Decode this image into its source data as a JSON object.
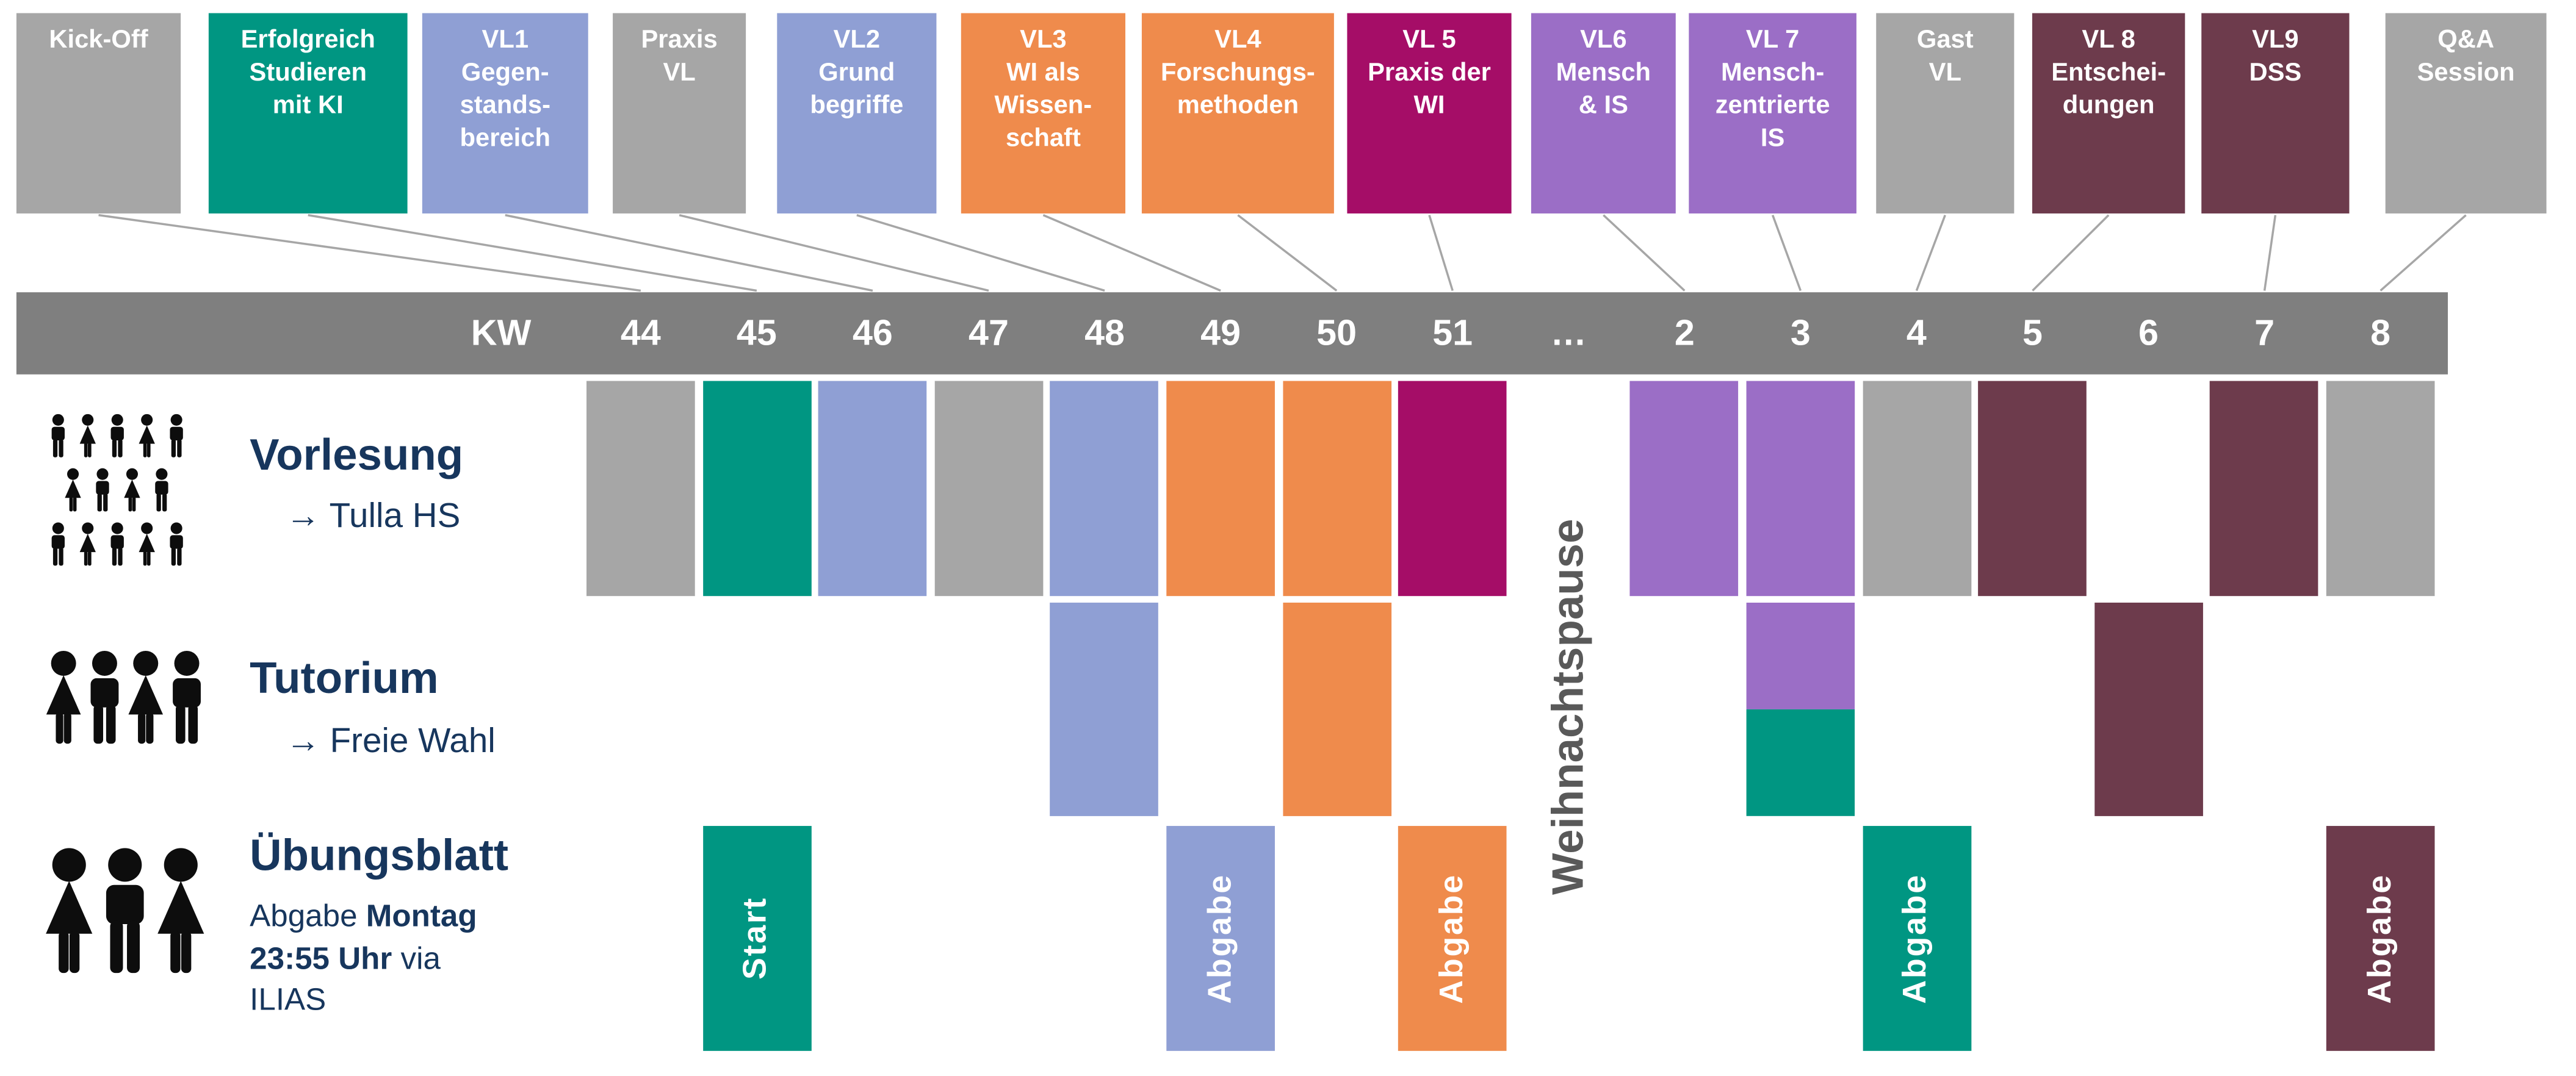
{
  "palette": {
    "gray": "#a6a6a6",
    "teal": "#009682",
    "periwinkle": "#8f9fd4",
    "orange": "#ef8b4c",
    "magenta": "#a50d67",
    "purple": "#9b6ec6",
    "maroon": "#6d3b4c",
    "timeline_gray": "#7f7f7f",
    "navy": "#17365d",
    "pause_gray": "#595959"
  },
  "header_boxes": [
    {
      "id": "kick-off",
      "label": "Kick-Off",
      "color": "gray",
      "week": "44"
    },
    {
      "id": "erfolgreich-studieren-mit-ki",
      "label": "Erfolgreich\nStudieren\nmit KI",
      "color": "teal",
      "week": "45"
    },
    {
      "id": "vl1-gegenstandsbereich",
      "label": "VL1\nGegen-\nstands-\nbereich",
      "color": "periwinkle",
      "week": "46"
    },
    {
      "id": "praxis-vl",
      "label": "Praxis\nVL",
      "color": "gray",
      "week": "47"
    },
    {
      "id": "vl2-grundbegriffe",
      "label": "VL2\nGrund\nbegriffe",
      "color": "periwinkle",
      "week": "48"
    },
    {
      "id": "vl3-wi-als-wissenschaft",
      "label": "VL3\nWI als\nWissen-\nschaft",
      "color": "orange",
      "week": "49"
    },
    {
      "id": "vl4-forschungsmethoden",
      "label": "VL4\nForschungs-\nmethoden",
      "color": "orange",
      "week": "50"
    },
    {
      "id": "vl5-praxis-der-wi",
      "label": "VL 5\nPraxis der\nWI",
      "color": "magenta",
      "week": "51"
    },
    {
      "id": "vl6-mensch-und-is",
      "label": "VL6\nMensch\n& IS",
      "color": "purple",
      "week": "2"
    },
    {
      "id": "vl7-menschzentrierte-is",
      "label": "VL 7\nMensch-\nzentrierte\nIS",
      "color": "purple",
      "week": "3"
    },
    {
      "id": "gast-vl",
      "label": "Gast\nVL",
      "color": "gray",
      "week": "4"
    },
    {
      "id": "vl8-entscheidungen",
      "label": "VL 8\nEntschei-\ndungen",
      "color": "maroon",
      "week": "5"
    },
    {
      "id": "vl9-dss",
      "label": "VL9\nDSS",
      "color": "maroon",
      "week": "7"
    },
    {
      "id": "qa-session",
      "label": "Q&A\nSession",
      "color": "gray",
      "week": "8"
    }
  ],
  "timeline": {
    "kw_label": "KW",
    "weeks": [
      "44",
      "45",
      "46",
      "47",
      "48",
      "49",
      "50",
      "51",
      "…",
      "2",
      "3",
      "4",
      "5",
      "6",
      "7",
      "8"
    ]
  },
  "rows": [
    {
      "id": "vorlesung",
      "title": "Vorlesung",
      "subtitle": "→ Tulla HS",
      "icon": "crowd-icon",
      "cells": [
        {
          "week": "44",
          "color": "gray"
        },
        {
          "week": "45",
          "color": "teal"
        },
        {
          "week": "46",
          "color": "periwinkle"
        },
        {
          "week": "47",
          "color": "gray"
        },
        {
          "week": "48",
          "color": "periwinkle"
        },
        {
          "week": "49",
          "color": "orange"
        },
        {
          "week": "50",
          "color": "orange"
        },
        {
          "week": "51",
          "color": "magenta"
        },
        {
          "week": "2",
          "color": "purple"
        },
        {
          "week": "3",
          "color": "purple"
        },
        {
          "week": "4",
          "color": "gray"
        },
        {
          "week": "5",
          "color": "maroon"
        },
        {
          "week": "7",
          "color": "maroon"
        },
        {
          "week": "8",
          "color": "gray"
        }
      ]
    },
    {
      "id": "tutorium",
      "title": "Tutorium",
      "subtitle": "→ Freie Wahl",
      "icon": "tutorium-people-icon",
      "cells": [
        {
          "week": "48",
          "color": "periwinkle"
        },
        {
          "week": "50",
          "color": "orange"
        },
        {
          "week": "3",
          "color": "purple",
          "color2": "teal"
        },
        {
          "week": "6",
          "color": "maroon"
        }
      ]
    },
    {
      "id": "uebungsblatt",
      "title": "Übungsblatt",
      "icon": "uebungsblatt-people-icon",
      "subtitle_parts": [
        {
          "t": "Abgabe ",
          "b": false
        },
        {
          "t": "Montag",
          "b": true
        },
        {
          "t": "\n",
          "b": false
        },
        {
          "t": "23:55 Uhr",
          "b": true
        },
        {
          "t": " via\nILIAS",
          "b": false
        }
      ],
      "cells": [
        {
          "week": "45",
          "color": "teal",
          "label": "Start"
        },
        {
          "week": "49",
          "color": "periwinkle",
          "label": "Abgabe"
        },
        {
          "week": "51",
          "color": "orange",
          "label": "Abgabe"
        },
        {
          "week": "4",
          "color": "teal",
          "label": "Abgabe"
        },
        {
          "week": "8",
          "color": "maroon",
          "label": "Abgabe"
        }
      ]
    }
  ],
  "pause_label": "Weihnachtspause"
}
